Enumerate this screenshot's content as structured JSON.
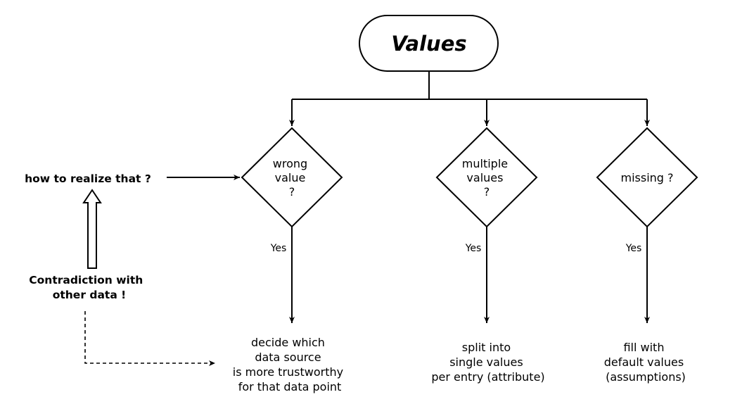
{
  "diagram": {
    "title": "Values",
    "branches": [
      {
        "id": "wrong",
        "question_lines": [
          "wrong",
          "value",
          "?"
        ],
        "edge_label": "Yes",
        "outcome_lines": [
          "decide which",
          "data source",
          "is more trustworthy",
          "for that data point"
        ]
      },
      {
        "id": "multiple",
        "question_lines": [
          "multiple",
          "values",
          "?"
        ],
        "edge_label": "Yes",
        "outcome_lines": [
          "split into",
          "single values",
          "per entry (attribute)"
        ]
      },
      {
        "id": "missing",
        "question_lines": [
          "missing ?"
        ],
        "edge_label": "Yes",
        "outcome_lines": [
          "fill with",
          "default values",
          "(assumptions)"
        ]
      }
    ],
    "side": {
      "question": "how to realize that ?",
      "answer_lines": [
        "Contradiction with",
        "other data !"
      ]
    },
    "colors": {
      "stroke": "#000000",
      "fill": "#ffffff"
    }
  }
}
